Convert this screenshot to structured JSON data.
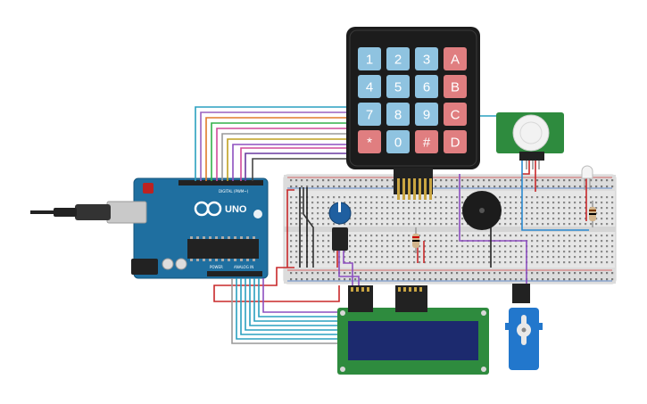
{
  "keypad": {
    "keys": [
      {
        "label": "1",
        "type": "num"
      },
      {
        "label": "2",
        "type": "num"
      },
      {
        "label": "3",
        "type": "num"
      },
      {
        "label": "A",
        "type": "letter"
      },
      {
        "label": "4",
        "type": "num"
      },
      {
        "label": "5",
        "type": "num"
      },
      {
        "label": "6",
        "type": "num"
      },
      {
        "label": "B",
        "type": "letter"
      },
      {
        "label": "7",
        "type": "num"
      },
      {
        "label": "8",
        "type": "num"
      },
      {
        "label": "9",
        "type": "num"
      },
      {
        "label": "C",
        "type": "letter"
      },
      {
        "label": "*",
        "type": "letter"
      },
      {
        "label": "0",
        "type": "num"
      },
      {
        "label": "#",
        "type": "letter"
      },
      {
        "label": "D",
        "type": "letter"
      }
    ]
  },
  "arduino": {
    "logo_text": "UNO",
    "digital_label": "DIGITAL (PWM~)",
    "power_label": "POWER",
    "analog_label": "ANALOG IN"
  },
  "colors": {
    "key_num": "#8fc3e0",
    "key_letter": "#e07e80",
    "arduino_board": "#1f6fa0",
    "breadboard": "#e8e8e8",
    "lcd_board": "#2e8b3e",
    "lcd_screen": "#1c2a6e",
    "servo": "#2277cc",
    "pir_board": "#2e8b3e"
  },
  "components": [
    {
      "name": "arduino-uno"
    },
    {
      "name": "keypad-4x4"
    },
    {
      "name": "breadboard"
    },
    {
      "name": "lcd-16x2"
    },
    {
      "name": "pir-sensor"
    },
    {
      "name": "piezo-buzzer"
    },
    {
      "name": "potentiometer"
    },
    {
      "name": "servo-motor"
    },
    {
      "name": "led"
    },
    {
      "name": "resistor"
    }
  ]
}
